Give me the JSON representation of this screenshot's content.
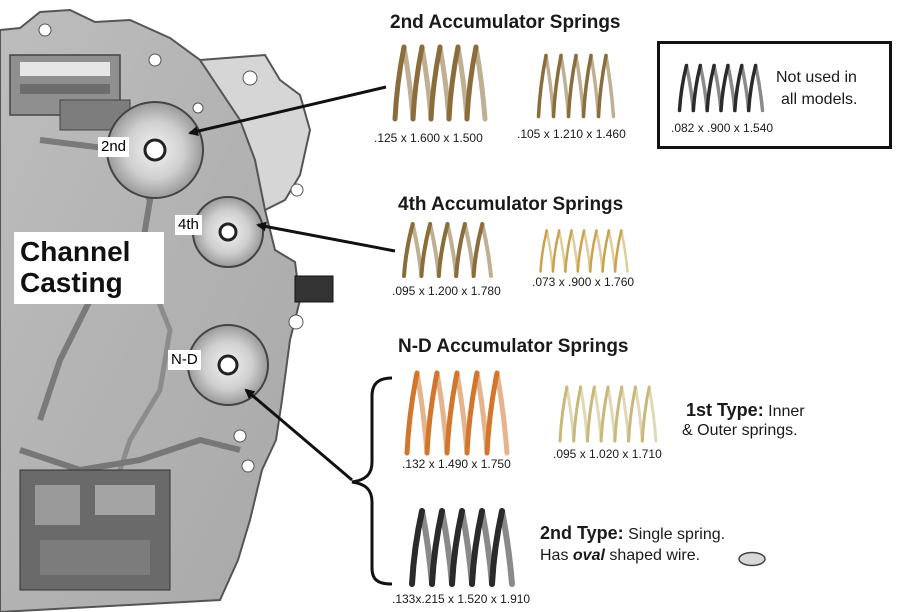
{
  "casting": {
    "title_line1": "Channel",
    "title_line2": "Casting",
    "port_labels": [
      "2nd",
      "4th",
      "N-D"
    ]
  },
  "second_accumulator": {
    "heading": "2nd Accumulator Springs",
    "springs": [
      ".125 x 1.600 x 1.500",
      ".105 x 1.210 x 1.460"
    ],
    "not_used": {
      "spec": ".082 x .900 x 1.540",
      "note_line1": "Not used in",
      "note_line2": "all models."
    }
  },
  "fourth_accumulator": {
    "heading": "4th Accumulator Springs",
    "springs": [
      ".095 x 1.200 x 1.780",
      ".073 x .900 x 1.760"
    ]
  },
  "nd_accumulator": {
    "heading": "N-D Accumulator Springs",
    "type1": {
      "label": "1st Type:",
      "desc_part1": "Inner",
      "desc_part2": "& Outer springs.",
      "springs": [
        ".132 x 1.490 x 1.750",
        ".095 x 1.020 x 1.710"
      ]
    },
    "type2": {
      "label": "2nd Type:",
      "desc_part1": "Single spring.",
      "desc_prefix": "Has",
      "desc_emph": "oval",
      "desc_suffix": "shaped wire.",
      "spec": ".133x.215 x 1.520 x 1.910"
    }
  },
  "colors": {
    "bronze": "#8a6d3b",
    "gold": "#c9a24a",
    "copper": "#d2762e",
    "pale_gold": "#c8b87a",
    "dark": "#2a2a2a",
    "casting": "#c9c9c9"
  }
}
